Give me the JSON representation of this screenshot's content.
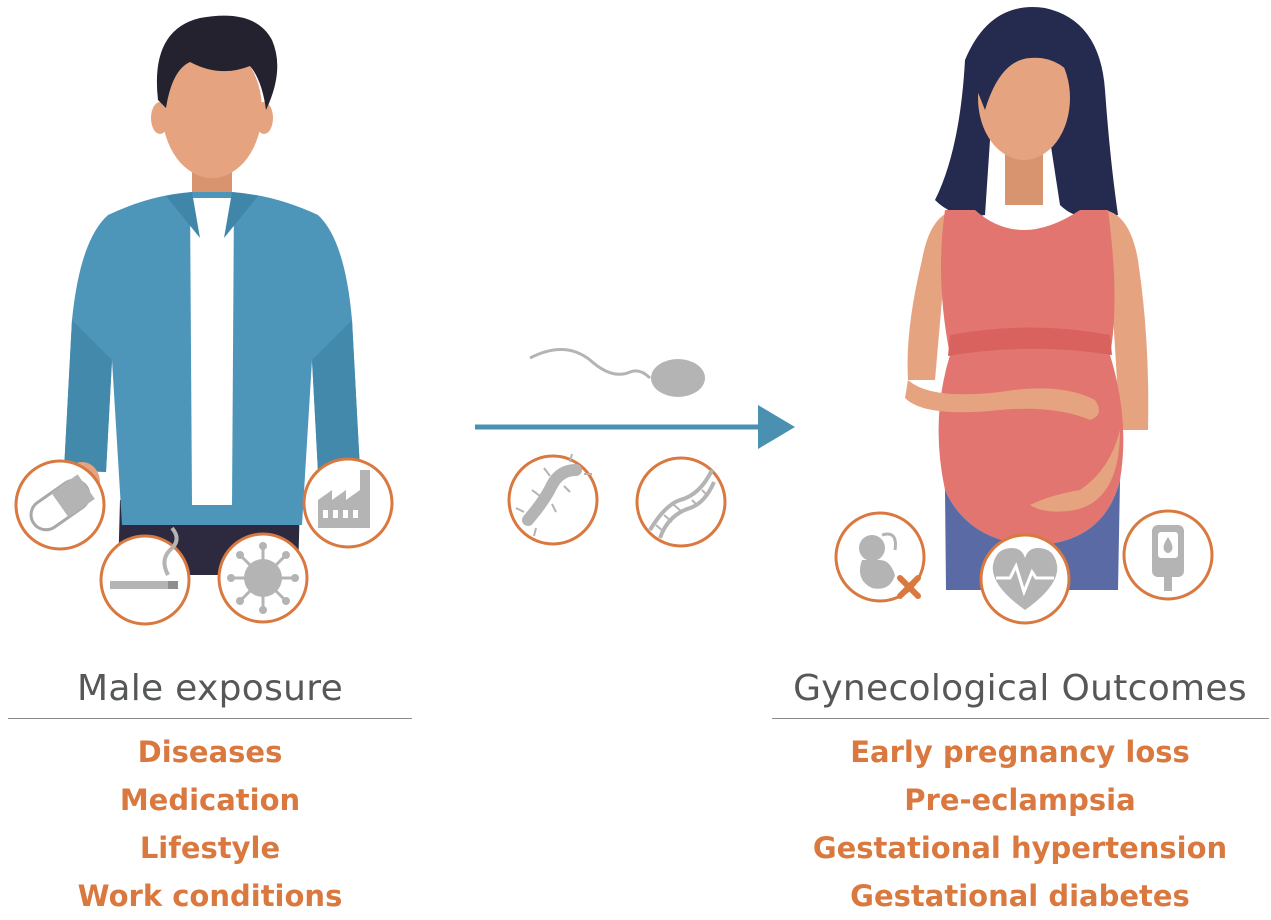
{
  "colors": {
    "accent_orange": "#d9783f",
    "arrow_blue": "#4a90b0",
    "shirt_blue": "#4d96ba",
    "dress_coral": "#e2756f",
    "hair_navy": "#252a4f",
    "skin": "#e5a47f",
    "icon_gray": "#b4b4b4",
    "heading_gray": "#555759"
  },
  "left": {
    "heading": "Male exposure",
    "items": [
      "Diseases",
      "Medication",
      "Lifestyle",
      "Work conditions"
    ],
    "icons": [
      "pill-icon",
      "cigarette-icon",
      "virus-icon",
      "factory-icon"
    ]
  },
  "center": {
    "icons": [
      "sperm-icon",
      "bacteria-icon",
      "dna-icon"
    ]
  },
  "right": {
    "heading": "Gynecological Outcomes",
    "items": [
      "Early pregnancy loss",
      "Pre-eclampsia",
      "Gestational hypertension",
      "Gestational diabetes"
    ],
    "icons": [
      "fetus-loss-icon",
      "heart-pulse-icon",
      "glucose-meter-icon"
    ]
  }
}
